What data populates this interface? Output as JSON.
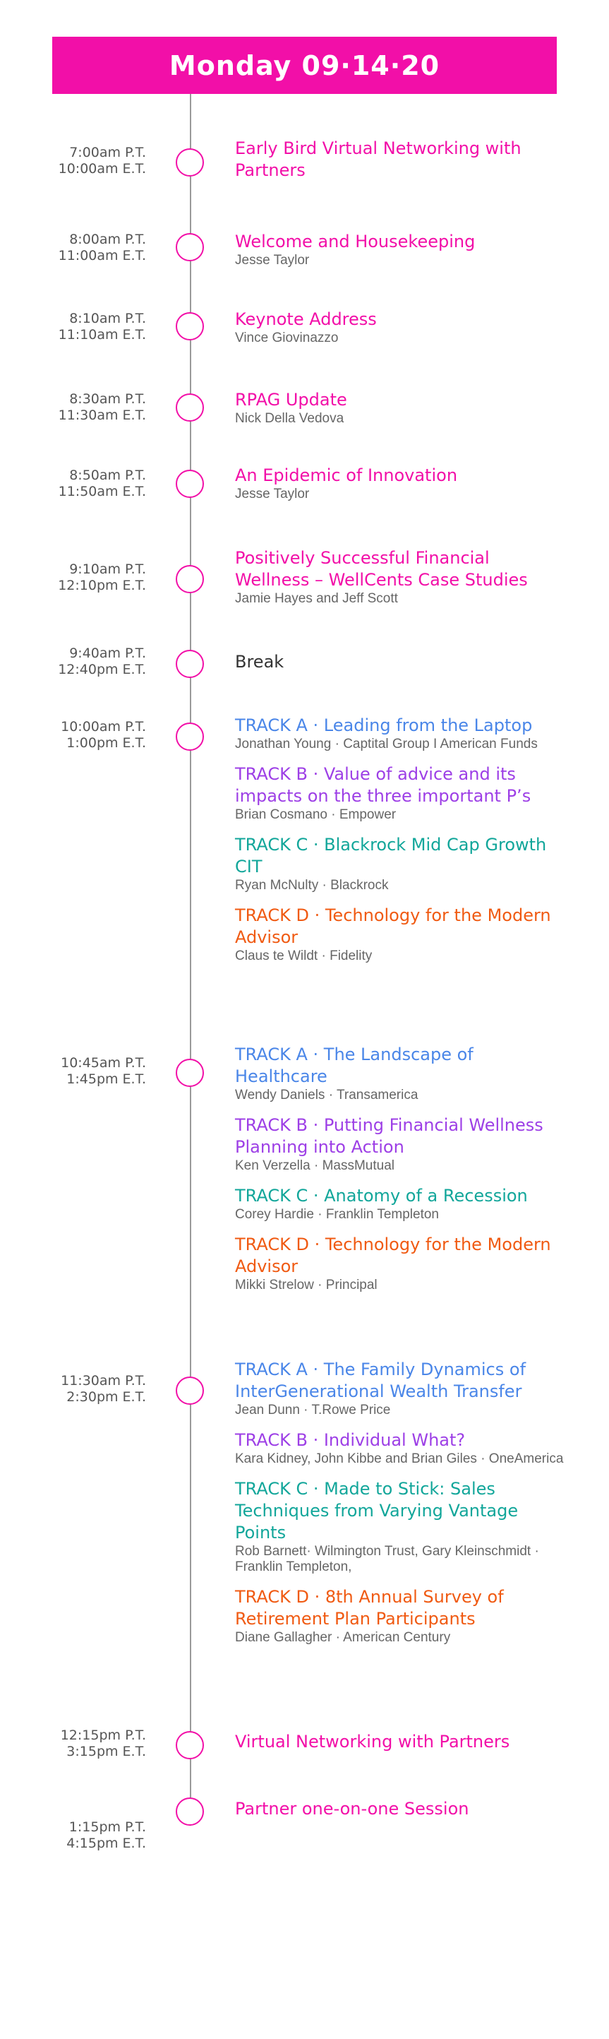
{
  "header": {
    "title": "Monday 09·14·20"
  },
  "colors": {
    "brand_pink": "#f20fa8",
    "track_a": "#4a86e8",
    "track_b": "#9d3fe6",
    "track_c": "#12a69a",
    "track_d": "#f05a12"
  },
  "events": [
    {
      "time_pt": "7:00am P.T.",
      "time_et": "10:00am E.T.",
      "sessions": [
        {
          "title": "Early Bird Virtual Networking with Partners",
          "speaker": ""
        }
      ]
    },
    {
      "time_pt": "8:00am P.T.",
      "time_et": "11:00am E.T.",
      "sessions": [
        {
          "title": "Welcome and Housekeeping",
          "speaker": "Jesse Taylor"
        }
      ]
    },
    {
      "time_pt": "8:10am P.T.",
      "time_et": "11:10am E.T.",
      "sessions": [
        {
          "title": "Keynote Address",
          "speaker": "Vince Giovinazzo"
        }
      ]
    },
    {
      "time_pt": "8:30am P.T.",
      "time_et": "11:30am E.T.",
      "sessions": [
        {
          "title": "RPAG Update",
          "speaker": "Nick Della Vedova"
        }
      ]
    },
    {
      "time_pt": "8:50am P.T.",
      "time_et": "11:50am E.T.",
      "sessions": [
        {
          "title": "An Epidemic of Innovation",
          "speaker": "Jesse Taylor"
        }
      ]
    },
    {
      "time_pt": "9:10am P.T.",
      "time_et": "12:10pm E.T.",
      "sessions": [
        {
          "title": "Positively Successful Financial Wellness – WellCents Case Studies",
          "speaker": "Jamie Hayes and Jeff Scott"
        }
      ]
    },
    {
      "time_pt": "9:40am P.T.",
      "time_et": "12:40pm E.T.",
      "sessions": [
        {
          "title": "Break",
          "speaker": ""
        }
      ]
    },
    {
      "time_pt": "10:00am P.T.",
      "time_et": "1:00pm E.T.",
      "sessions": [
        {
          "title": "TRACK A · Leading from the Laptop",
          "speaker": "Jonathan Young · Captital Group I American Funds"
        },
        {
          "title": "TRACK B · Value of advice and its impacts on the three important P’s",
          "speaker": "Brian Cosmano · Empower"
        },
        {
          "title": "TRACK C · Blackrock Mid Cap Growth CIT",
          "speaker": "Ryan McNulty · Blackrock"
        },
        {
          "title": "TRACK D · Technology for the Modern Advisor",
          "speaker": "Claus te Wildt · Fidelity"
        }
      ]
    },
    {
      "time_pt": "10:45am P.T.",
      "time_et": "1:45pm E.T.",
      "sessions": [
        {
          "title": "TRACK A · The Landscape of Healthcare",
          "speaker": "Wendy Daniels · Transamerica"
        },
        {
          "title": "TRACK B · Putting Financial Wellness Planning into Action",
          "speaker": "Ken Verzella · MassMutual"
        },
        {
          "title": "TRACK C · Anatomy of a Recession",
          "speaker": "Corey Hardie · Franklin Templeton"
        },
        {
          "title": "TRACK D · Technology for the Modern Advisor",
          "speaker": "Mikki Strelow · Principal"
        }
      ]
    },
    {
      "time_pt": "11:30am P.T.",
      "time_et": "2:30pm E.T.",
      "sessions": [
        {
          "title": "TRACK A · The Family Dynamics of InterGenerational Wealth Transfer",
          "speaker": "Jean Dunn · T.Rowe Price"
        },
        {
          "title": "TRACK B · Individual What?",
          "speaker": "Kara Kidney, John Kibbe and Brian Giles · OneAmerica"
        },
        {
          "title": "TRACK C · Made to Stick: Sales Techniques from Varying Vantage Points",
          "speaker": "Rob Barnett· Wilmington Trust, Gary Kleinschmidt · Franklin Templeton,"
        },
        {
          "title": "TRACK D · 8th Annual Survey of Retirement Plan Participants",
          "speaker": "Diane Gallagher · American Century"
        }
      ]
    },
    {
      "time_pt": "12:15pm P.T.",
      "time_et": "3:15pm E.T.",
      "sessions": [
        {
          "title": "Virtual Networking with Partners",
          "speaker": ""
        }
      ]
    },
    {
      "time_pt": "1:15pm P.T.",
      "time_et": "4:15pm E.T.",
      "sessions": [
        {
          "title": "Partner one-on-one Session",
          "speaker": ""
        }
      ]
    }
  ]
}
